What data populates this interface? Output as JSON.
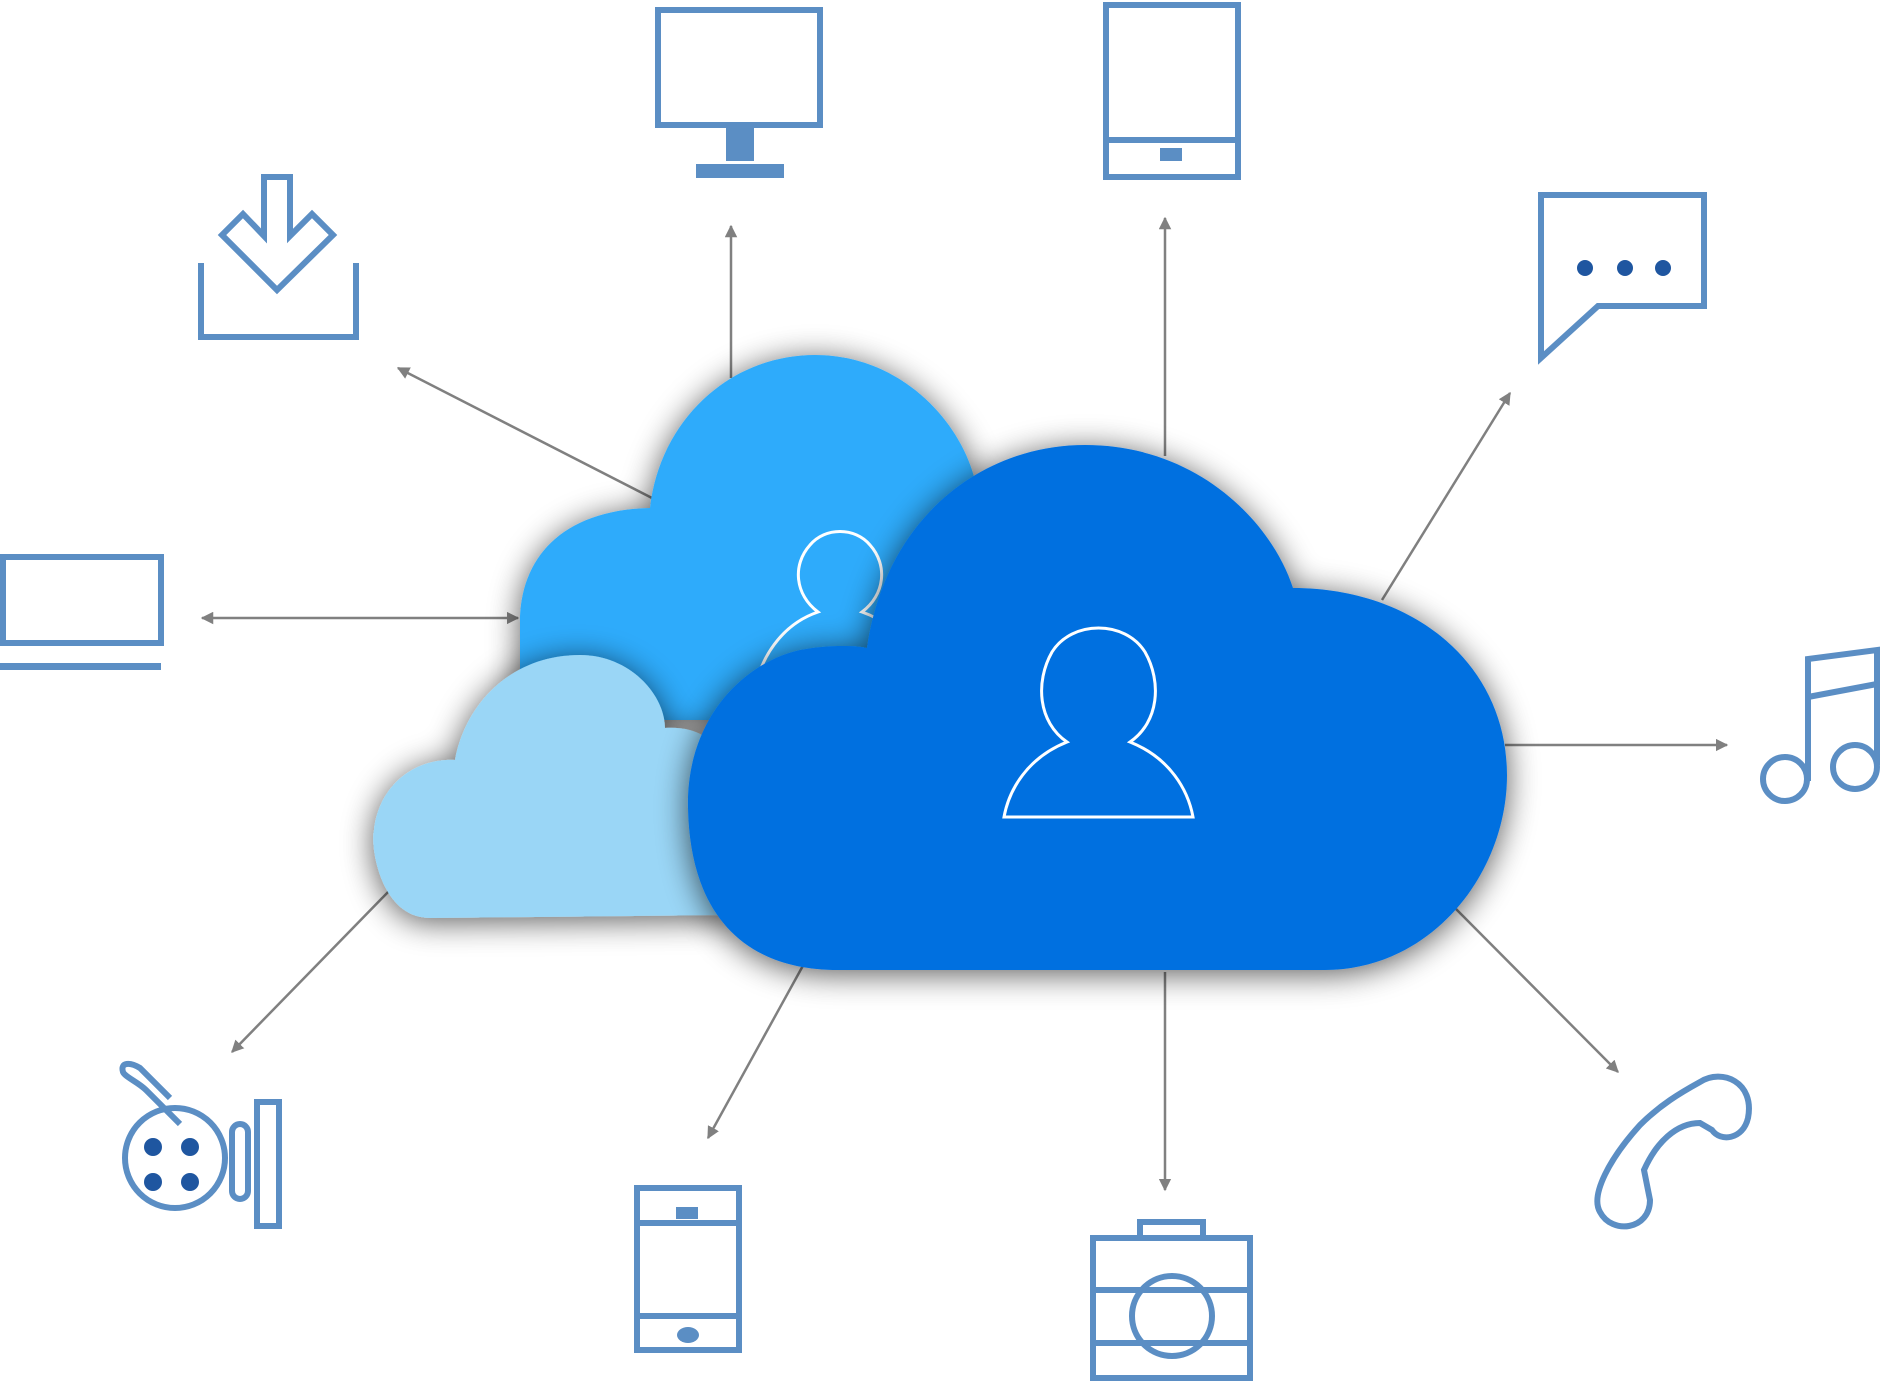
{
  "colors": {
    "icon_stroke": "#5b8ec4",
    "icon_fill": "#5b8ec4",
    "icon_dot": "#1f56a0",
    "arrow": "#808080",
    "cloud_front": "#0670e0",
    "cloud_mid": "#2eabfb",
    "cloud_back": "#9ad6f6",
    "user_outline": "#ffffff"
  },
  "nodes": [
    {
      "id": "monitor",
      "icon": "desktop-monitor-icon"
    },
    {
      "id": "tablet",
      "icon": "tablet-icon"
    },
    {
      "id": "chat",
      "icon": "chat-bubble-icon"
    },
    {
      "id": "music",
      "icon": "music-note-icon"
    },
    {
      "id": "phone",
      "icon": "telephone-handset-icon"
    },
    {
      "id": "camera",
      "icon": "camera-icon"
    },
    {
      "id": "mobile",
      "icon": "mobile-phone-icon"
    },
    {
      "id": "webcam",
      "icon": "webcam-icon"
    },
    {
      "id": "laptop",
      "icon": "laptop-icon"
    },
    {
      "id": "download",
      "icon": "download-icon"
    }
  ],
  "clouds": [
    {
      "id": "back",
      "icon": "user-icon"
    },
    {
      "id": "mid",
      "icon": "user-icon"
    },
    {
      "id": "front",
      "icon": "user-icon"
    }
  ]
}
